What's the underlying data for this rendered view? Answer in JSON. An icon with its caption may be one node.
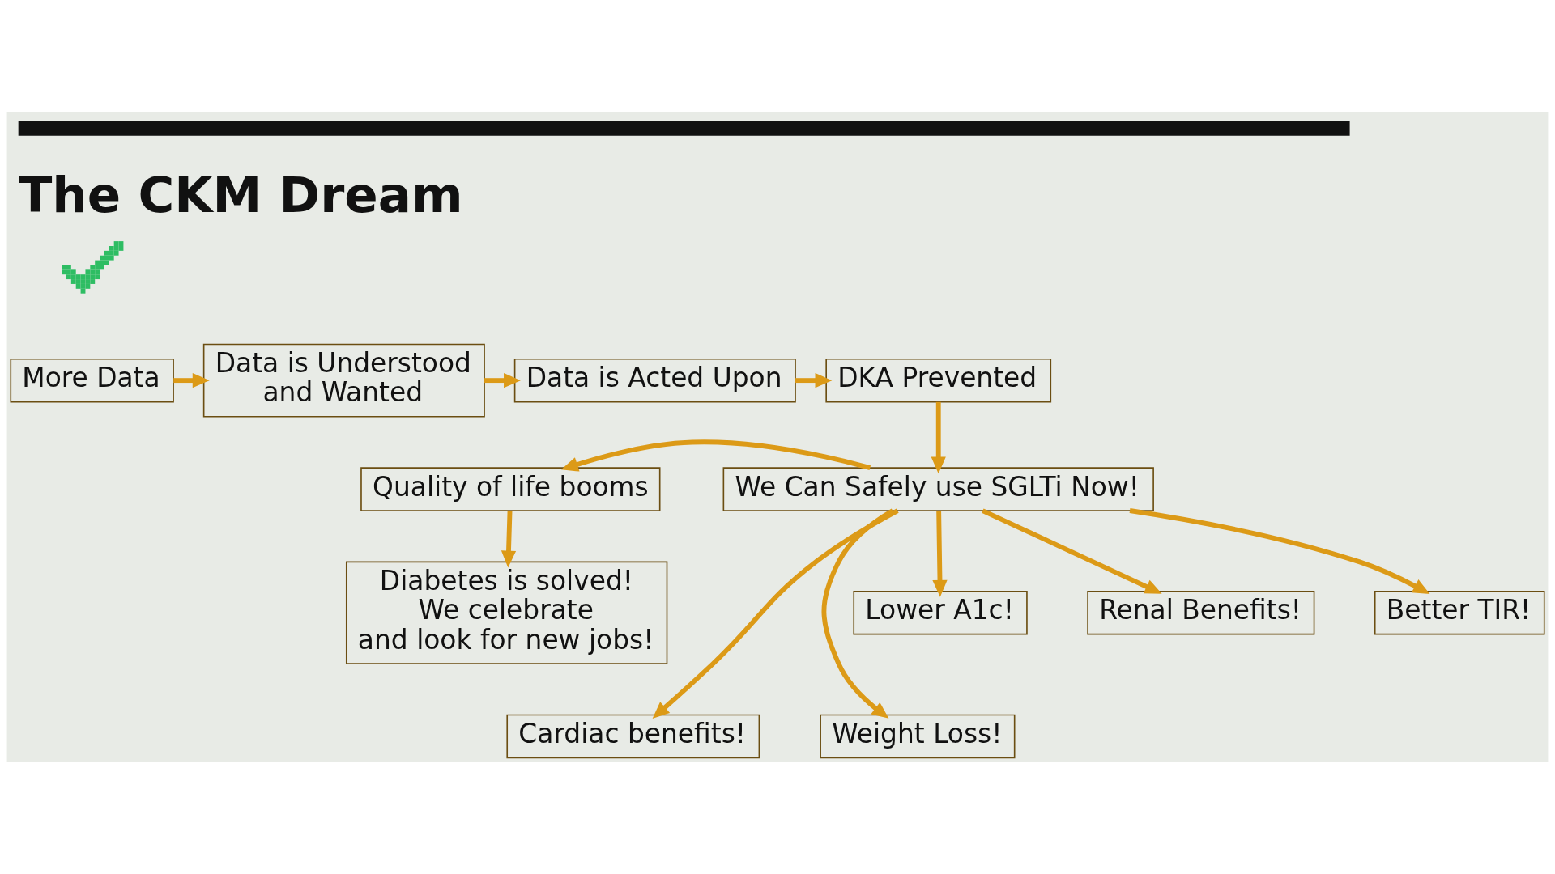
{
  "diagram": {
    "title": "The CKM Dream",
    "nodes": [
      {
        "text": [
          "More Data"
        ]
      },
      {
        "text": [
          "Data is Understood and Wanted"
        ]
      },
      {
        "text": [
          "Data is Acted Upon"
        ]
      },
      {
        "text": [
          "DKA Prevented"
        ]
      },
      {
        "text": [
          "Quality of life booms"
        ]
      },
      {
        "text": [
          "We Can Safely use SGLTi Now!"
        ]
      },
      {
        "text": [
          "Diabetes is solved! We celebrate and look for new jobs!"
        ]
      },
      {
        "text": [
          "Lower A1c!"
        ]
      },
      {
        "text": [
          "Renal Benefits!"
        ]
      },
      {
        "text": [
          "Better TIR!"
        ]
      },
      {
        "text": [
          "Cardiac benefits!"
        ]
      },
      {
        "text": [
          "Weight Loss!"
        ]
      }
    ],
    "edges": [
      {
        "from": 0,
        "to": 1,
        "arrow": "to"
      },
      {
        "from": 1,
        "to": 2,
        "arrow": "to"
      },
      {
        "from": 2,
        "to": 3,
        "arrow": "to"
      },
      {
        "from": 3,
        "to": 5,
        "arrow": "to"
      },
      {
        "from": 5,
        "to": 4,
        "arrow": "to"
      },
      {
        "from": 4,
        "to": 6,
        "arrow": "to"
      },
      {
        "from": 5,
        "to": 7,
        "arrow": "to"
      },
      {
        "from": 5,
        "to": 10,
        "arrow": "to"
      },
      {
        "from": 5,
        "to": 8,
        "arrow": "to"
      },
      {
        "from": 5,
        "to": 11,
        "arrow": "to"
      },
      {
        "from": 5,
        "to": 9,
        "arrow": "to"
      }
    ]
  }
}
